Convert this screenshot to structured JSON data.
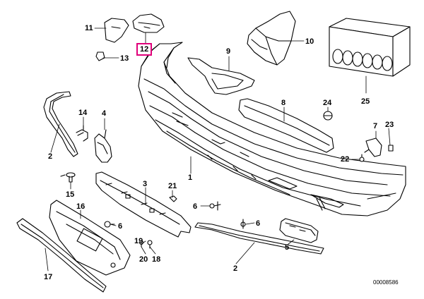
{
  "callouts": {
    "c1": "1",
    "c2a": "2",
    "c2b": "2",
    "c3": "3",
    "c4": "4",
    "c5": "5",
    "c6a": "6",
    "c6b": "6",
    "c6c": "6",
    "c7": "7",
    "c8": "8",
    "c9": "9",
    "c10": "10",
    "c11": "11",
    "c12": "12",
    "c13": "13",
    "c14": "14",
    "c15": "15",
    "c16": "16",
    "c17": "17",
    "c18": "18",
    "c19": "19",
    "c20": "20",
    "c21": "21",
    "c22": "22",
    "c23": "23",
    "c24": "24",
    "c25": "25"
  },
  "highlighted_part": "12",
  "diagram_code": "00008586",
  "colors": {
    "line": "#000000",
    "highlight": "#e0007a",
    "background": "#ffffff"
  }
}
